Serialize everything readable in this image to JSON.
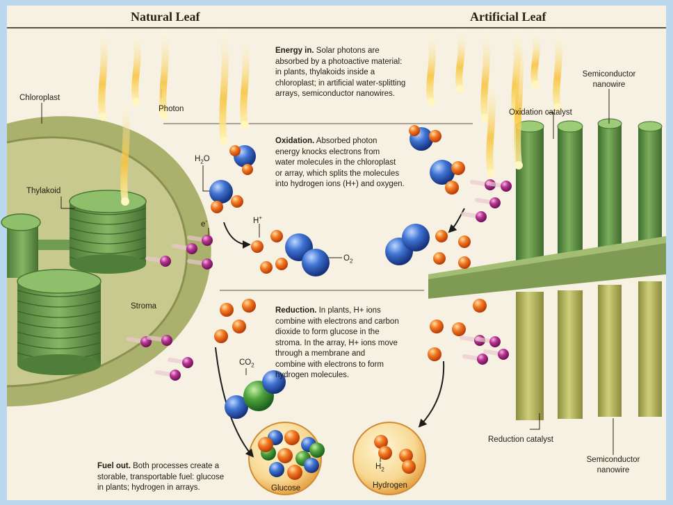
{
  "headers": {
    "natural": "Natural Leaf",
    "artificial": "Artificial Leaf"
  },
  "labels": {
    "chloroplast": "Chloroplast",
    "photon": "Photon",
    "thylakoid": "Thylakoid",
    "stroma": "Stroma",
    "semiconductor_nanowire_top_1": "Semiconductor",
    "semiconductor_nanowire_top_2": "nanowire",
    "oxidation_catalyst": "Oxidation catalyst",
    "reduction_catalyst": "Reduction catalyst",
    "semiconductor_nanowire_bottom_1": "Semiconductor",
    "semiconductor_nanowire_bottom_2": "nanowire",
    "glucose": "Glucose",
    "hydrogen": "Hydrogen"
  },
  "chem": {
    "water": {
      "base": "H",
      "sub": "2",
      "tail": "O"
    },
    "electron": {
      "base": "e",
      "sup": "-"
    },
    "hydrogen_ion": {
      "base": "H",
      "sup": "+"
    },
    "oxygen": {
      "base": "O",
      "sub": "2"
    },
    "carbon_dioxide": {
      "base": "CO",
      "sub": "2"
    },
    "hydrogen_molecule": {
      "base": "H",
      "sub": "2"
    }
  },
  "text": {
    "energy_title": "Energy in.",
    "energy_body": " Solar photons are\nabsorbed by a photoactive material:\nin plants, thylakoids inside a\nchloroplast; in artificial water-splitting\narrays, semiconductor nanowires.",
    "oxidation_title": "Oxidation.",
    "oxidation_body": " Absorbed photon\nenergy knocks electrons from\nwater molecules in the chloroplast\nor array, which splits the molecules\ninto hydrogen ions (H+) and oxygen.",
    "reduction_title": "Reduction.",
    "reduction_body": " In plants, H+ ions\ncombine with electrons and carbon\ndioxide to form glucose in the\nstroma. In the array, H+ ions move\n        through a membrane and\n              combine with electrons to form\n              hydrogen molecules.",
    "fuel_title": "Fuel out.",
    "fuel_body": " Both processes create a\nstorable, transportable fuel: glucose\nin plants; hydrogen in arrays."
  },
  "colors": {
    "frame": "#bcd8ef",
    "paper": "#f6f1e3",
    "chloroplast": "#a7b06a",
    "thylakoid": "#6e9b52",
    "nanowire": "#5d8c46",
    "membrane": "#7f9a52",
    "reduction_wire": "#b4b866",
    "oxygen_atom": "#2f5fbf",
    "hydrogen_ion": "#ef6a1c",
    "electron": "#b0368f",
    "carbon": "#3e9a3c",
    "photon": "#f7c23a"
  }
}
